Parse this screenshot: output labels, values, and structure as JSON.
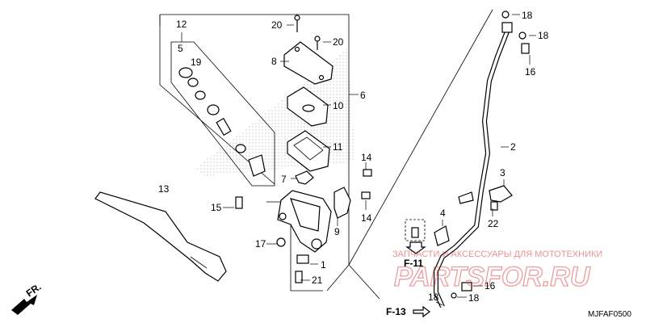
{
  "diagram": {
    "code": "MJFAF0500",
    "parts": {
      "p1": "1",
      "p2": "2",
      "p3": "3",
      "p4": "4",
      "p5": "5",
      "p6": "6",
      "p7": "7",
      "p8": "8",
      "p9": "9",
      "p10": "10",
      "p11": "11",
      "p12": "12",
      "p13": "13",
      "p14a": "14",
      "p14b": "14",
      "p15": "15",
      "p16a": "16",
      "p16b": "16",
      "p17": "17",
      "p18a": "18",
      "p18b": "18",
      "p18c": "18",
      "p18d": "18",
      "p19": "19",
      "p20a": "20",
      "p20b": "20",
      "p21": "21",
      "p22": "22"
    },
    "refs": {
      "f11": "F-11",
      "f13": "F-13",
      "fr": "FR."
    }
  },
  "watermark": {
    "subtitle": "ЗАПЧАСТИ И АКСЕССУАРЫ ДЛЯ МОТОТЕХНИКИ",
    "brand": "PARTSFOR.RU"
  }
}
